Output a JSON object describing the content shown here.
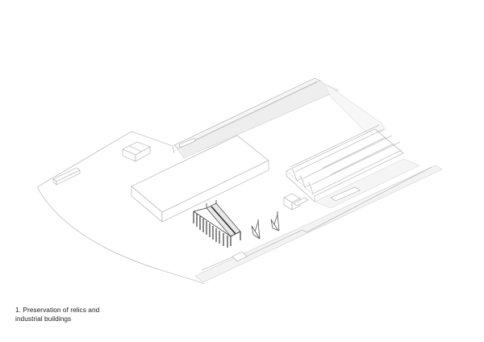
{
  "figure": {
    "type": "isometric site axonometric",
    "caption_lines": [
      "1. Preservation of relics and",
      "industrial buildings"
    ]
  },
  "elements": [
    {
      "id": "site-boundary",
      "label": "curved site boundary"
    },
    {
      "id": "main-block",
      "label": "large flat building volume"
    },
    {
      "id": "gantry-structure",
      "label": "preserved steel gantry / frame structure"
    },
    {
      "id": "cranes",
      "label": "two preserved crane relics"
    },
    {
      "id": "sawtooth-sheds",
      "label": "industrial shed with four vaulted roof bays"
    },
    {
      "id": "rail-strip",
      "label": "long rail / road strip"
    },
    {
      "id": "small-pavilion",
      "label": "small pavilion"
    },
    {
      "id": "small-bench",
      "label": "small linear element"
    },
    {
      "id": "small-annex",
      "label": "small annex building"
    },
    {
      "id": "waterfront-edge",
      "label": "waterfront promenade edge"
    }
  ],
  "colors": {
    "line": "#9a9a9a",
    "line_dark": "#3a3a3a",
    "fill_shade": "#efefef",
    "text": "#1a1a1a"
  }
}
